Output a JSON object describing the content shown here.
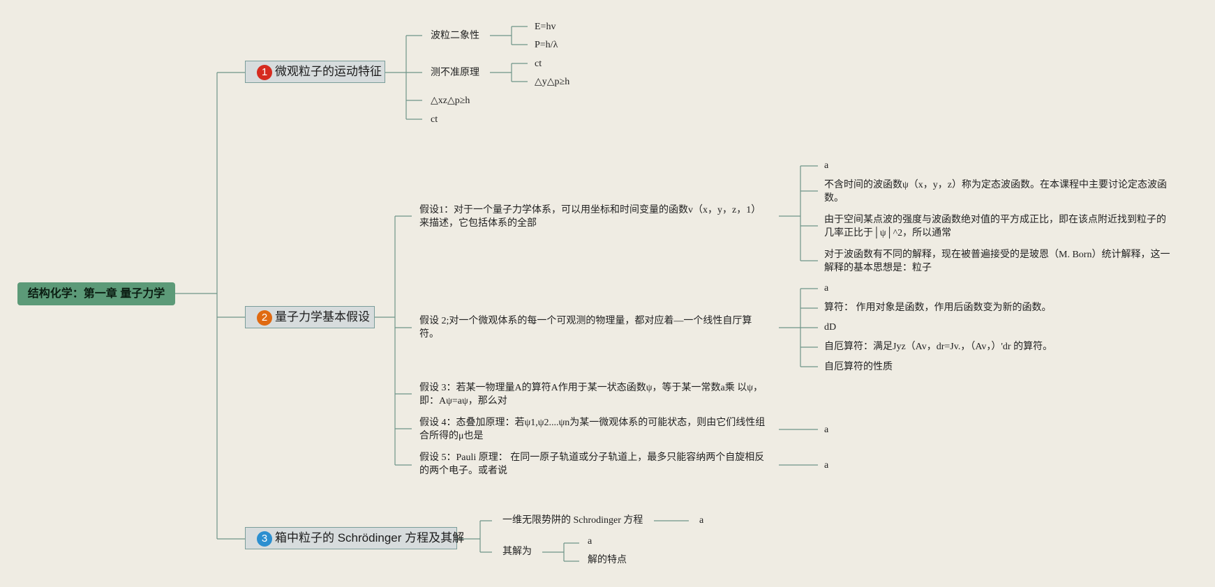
{
  "root": {
    "label": "结构化学：第一章 量子力学"
  },
  "branch1": {
    "num": "1",
    "label": "微观粒子的运动特征",
    "color": "#d62b1f",
    "wave_particle": "波粒二象性",
    "e_hv": "E=hv",
    "p_hl": "P=h/λ",
    "uncertainty": "测不准原理",
    "unc_ct": "ct",
    "unc_dy": "△y△p≥h",
    "dxz": "△xz△p≥h",
    "ct": "ct"
  },
  "branch2": {
    "num": "2",
    "label": "量子力学基本假设",
    "color": "#e06a12",
    "post1": "假设1：对于一个量子力学体系，可以用坐标和时间变量的函数v（x，y，z，1）来描述，它包括体系的全部",
    "post1_a": "a",
    "post1_b": "不含时间的波函数ψ（x，y，z）称为定态波函数。在本课程中主要讨论定态波函数。",
    "post1_c": "由于空间某点波的强度与波函数绝对值的平方成正比，即在该点附近找到粒子的几率正比于│ψ│^2，所以通常",
    "post1_d": "对于波函数有不同的解释，现在被普遍接受的是玻恩（M. Born）统计解释，这一解释的基本思想是：粒子",
    "post2": "假设 2;对一个微观体系的每一个可观测的物理量，都对应着—一个线性自厅算符。",
    "post2_a": "a",
    "post2_b": "算符： 作用对象是函数，作用后函数变为新的函数。",
    "post2_c": "dD",
    "post2_d": "自厄算符：满足Jyz（Av，dr=Jv.，（Av，）'dr 的算符。",
    "post2_e": "自厄算符的性质",
    "post3": "假设 3：若某一物理量A的算符A作用于某一状态函数ψ，等于某一常数a乘 以ψ，即：Aψ=aψ，那么对",
    "post4": "假设 4：态叠加原理：若ψ1,ψ2....ψn为某一微观体系的可能状态，则由它们线性组合所得的μ也是",
    "post4_a": "a",
    "post5": "假设 5：Pauli 原理： 在同一原子轨道或分子轨道上，最多只能容纳两个自旋相反的两个电子。或者说",
    "post5_a": "a"
  },
  "branch3": {
    "num": "3",
    "label": "箱中粒子的 Schrödinger 方程及其解",
    "color": "#2b8fd0",
    "eq": "一维无限势阱的 Schrodinger 方程",
    "eq_a": "a",
    "sol": "其解为",
    "sol_a": "a",
    "sol_b": "解的特点"
  }
}
